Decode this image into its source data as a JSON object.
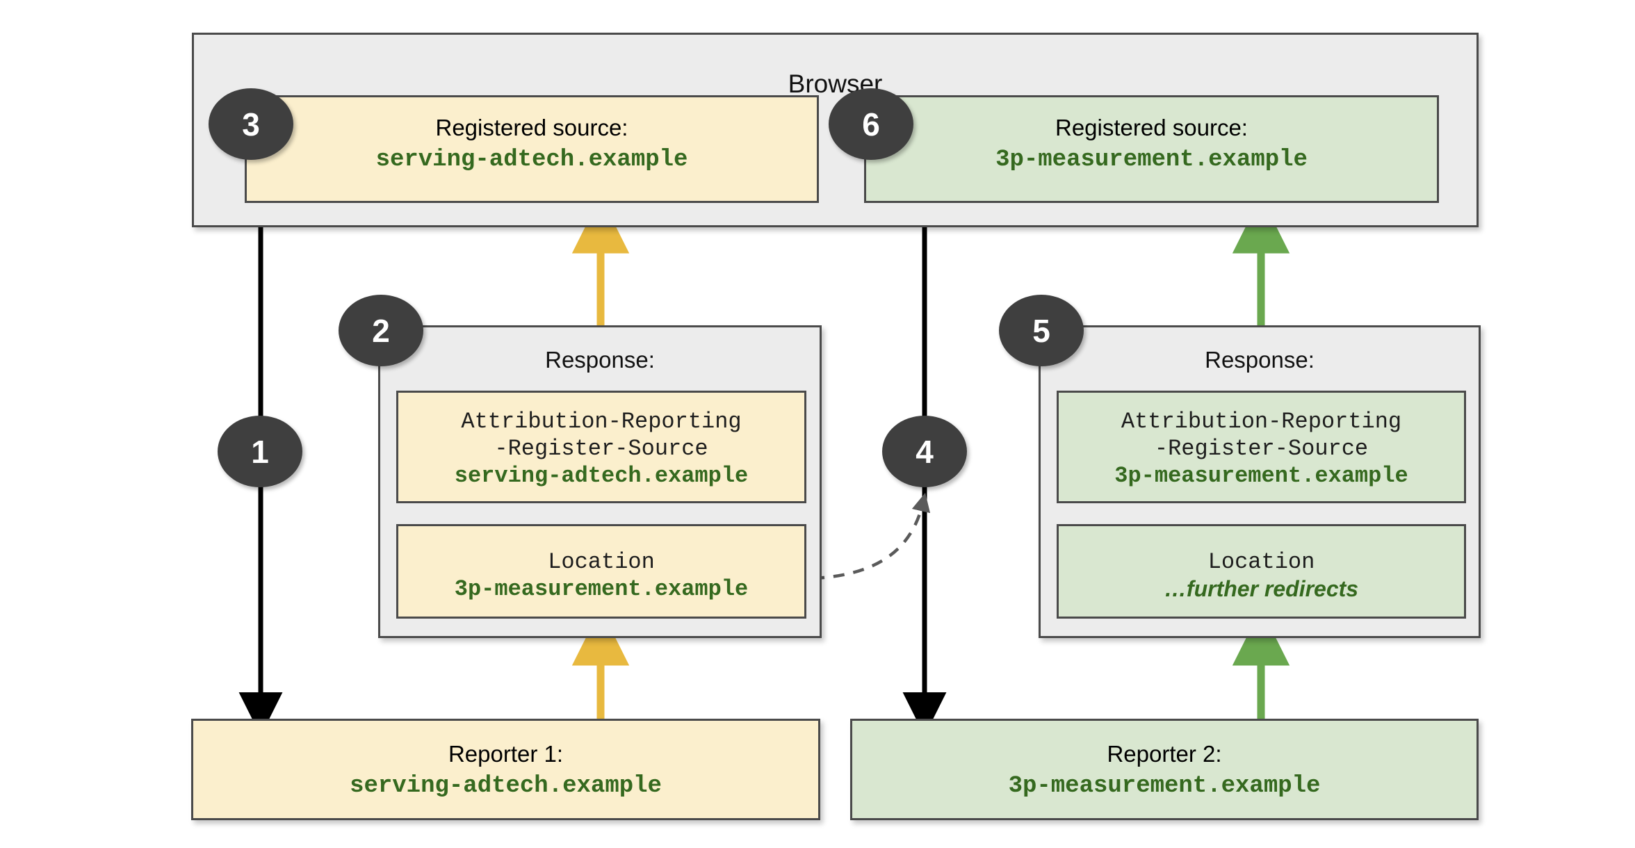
{
  "diagram": {
    "title": "Attribution Reporting source registration redirect chain",
    "colors": {
      "accent_yellow": "#e8b93f",
      "accent_green": "#6aa84f",
      "box_yellow_fill": "#fbefcd",
      "box_green_fill": "#d9e7d0",
      "box_gray_fill": "#ececec",
      "border": "#4a4a4a",
      "badge": "#3f3f3f",
      "mono_text": "#35691f"
    },
    "browser": {
      "title": "Browser",
      "registered_sources": [
        {
          "step": "3",
          "heading": "Registered source:",
          "value": "serving-adtech.example",
          "theme": "yellow"
        },
        {
          "step": "6",
          "heading": "Registered source:",
          "value": "3p-measurement.example",
          "theme": "green"
        }
      ]
    },
    "responses": [
      {
        "step": "2",
        "title": "Response:",
        "theme": "yellow",
        "headers": [
          {
            "name_line_1": "Attribution-Reporting",
            "name_line_2": "-Register-Source",
            "value": "serving-adtech.example",
            "value_style": "mono"
          },
          {
            "name_line_1": "Location",
            "name_line_2": "",
            "value": "3p-measurement.example",
            "value_style": "mono"
          }
        ]
      },
      {
        "step": "5",
        "title": "Response:",
        "theme": "green",
        "headers": [
          {
            "name_line_1": "Attribution-Reporting",
            "name_line_2": "-Register-Source",
            "value": "3p-measurement.example",
            "value_style": "mono"
          },
          {
            "name_line_1": "Location",
            "name_line_2": "",
            "value": "…further redirects",
            "value_style": "italic"
          }
        ]
      }
    ],
    "reporters": [
      {
        "heading": "Reporter 1:",
        "value": "serving-adtech.example",
        "theme": "yellow"
      },
      {
        "heading": "Reporter 2:",
        "value": "3p-measurement.example",
        "theme": "green"
      }
    ],
    "step_badges": [
      {
        "number": "1",
        "meaning": "browser-request-to-reporter-1"
      },
      {
        "number": "2",
        "meaning": "response-from-reporter-1"
      },
      {
        "number": "3",
        "meaning": "source-registered-serving-adtech"
      },
      {
        "number": "4",
        "meaning": "redirect-request-to-reporter-2"
      },
      {
        "number": "5",
        "meaning": "response-from-reporter-2"
      },
      {
        "number": "6",
        "meaning": "source-registered-3p-measurement"
      }
    ]
  }
}
